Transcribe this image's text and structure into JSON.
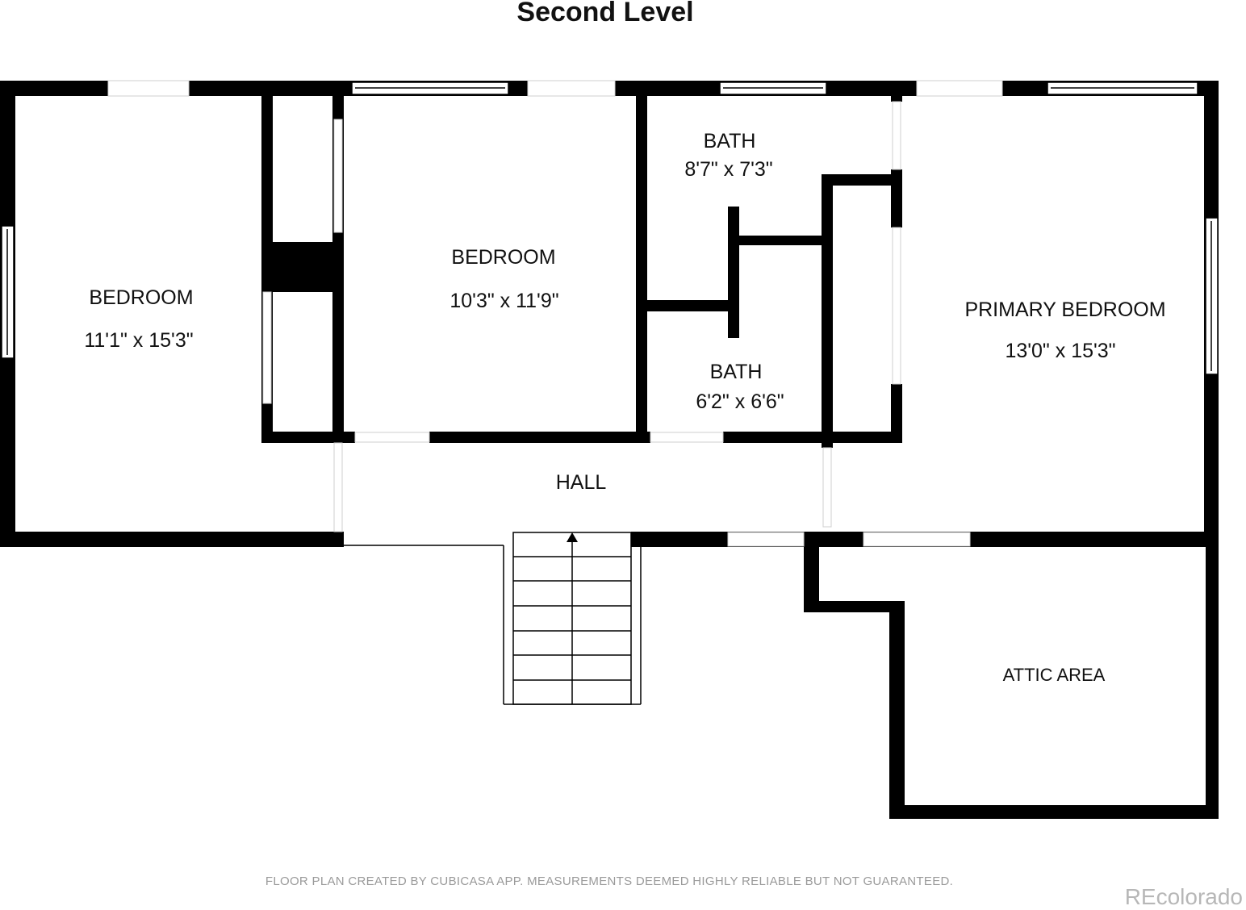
{
  "title": "Second Level",
  "rooms": {
    "bedroom_left": {
      "name": "BEDROOM",
      "size": "11'1\" x 15'3\""
    },
    "bedroom_middle": {
      "name": "BEDROOM",
      "size": "10'3\" x 11'9\""
    },
    "bath_upper": {
      "name": "BATH",
      "size": "8'7\" x 7'3\""
    },
    "bath_lower": {
      "name": "BATH",
      "size": "6'2\" x 6'6\""
    },
    "primary_bedroom": {
      "name": "PRIMARY BEDROOM",
      "size": "13'0\" x 15'3\""
    },
    "hall": {
      "name": "HALL"
    },
    "attic": {
      "name": "ATTIC AREA"
    }
  },
  "footer": "FLOOR PLAN CREATED BY CUBICASA APP. MEASUREMENTS DEEMED HIGHLY RELIABLE BUT NOT GUARANTEED.",
  "brand": "REcolorado",
  "colors": {
    "wall": "#000000",
    "opening": "#ffffff",
    "footer_text": "#9a9a9a",
    "brand_text": "#b7b7b7"
  }
}
